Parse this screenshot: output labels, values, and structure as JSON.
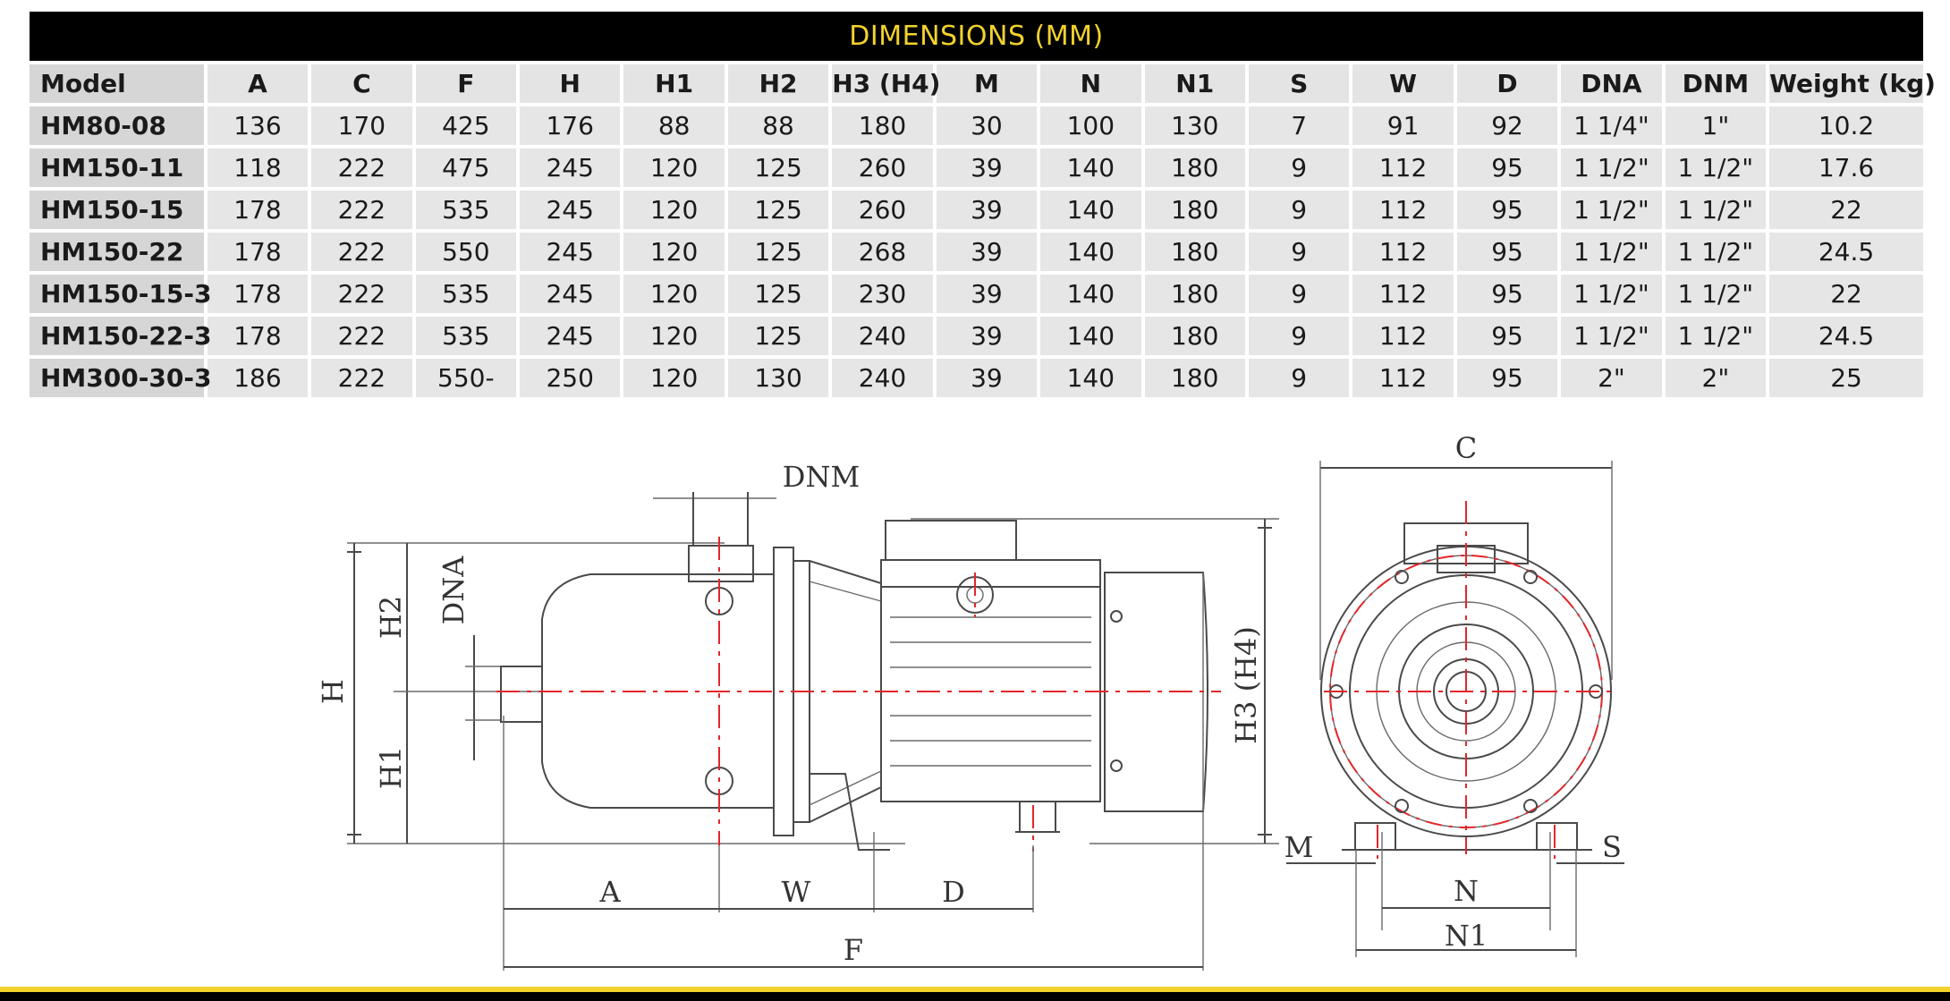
{
  "table": {
    "title": "DIMENSIONS (MM)",
    "headers": [
      "Model",
      "A",
      "C",
      "F",
      "H",
      "H1",
      "H2",
      "H3 (H4)",
      "M",
      "N",
      "N1",
      "S",
      "W",
      "D",
      "DNA",
      "DNM",
      "Weight (kg)"
    ],
    "rows": [
      [
        "HM80-08",
        "136",
        "170",
        "425",
        "176",
        "88",
        "88",
        "180",
        "30",
        "100",
        "130",
        "7",
        "91",
        "92",
        "1 1/4\"",
        "1\"",
        "10.2"
      ],
      [
        "HM150-11",
        "118",
        "222",
        "475",
        "245",
        "120",
        "125",
        "260",
        "39",
        "140",
        "180",
        "9",
        "112",
        "95",
        "1 1/2\"",
        "1 1/2\"",
        "17.6"
      ],
      [
        "HM150-15",
        "178",
        "222",
        "535",
        "245",
        "120",
        "125",
        "260",
        "39",
        "140",
        "180",
        "9",
        "112",
        "95",
        "1 1/2\"",
        "1 1/2\"",
        "22"
      ],
      [
        "HM150-22",
        "178",
        "222",
        "550",
        "245",
        "120",
        "125",
        "268",
        "39",
        "140",
        "180",
        "9",
        "112",
        "95",
        "1 1/2\"",
        "1 1/2\"",
        "24.5"
      ],
      [
        "HM150-15-3",
        "178",
        "222",
        "535",
        "245",
        "120",
        "125",
        "230",
        "39",
        "140",
        "180",
        "9",
        "112",
        "95",
        "1 1/2\"",
        "1 1/2\"",
        "22"
      ],
      [
        "HM150-22-3",
        "178",
        "222",
        "535",
        "245",
        "120",
        "125",
        "240",
        "39",
        "140",
        "180",
        "9",
        "112",
        "95",
        "1 1/2\"",
        "1 1/2\"",
        "24.5"
      ],
      [
        "HM300-30-3",
        "186",
        "222",
        "550-",
        "250",
        "120",
        "130",
        "240",
        "39",
        "140",
        "180",
        "9",
        "112",
        "95",
        "2\"",
        "2\"",
        "25"
      ]
    ]
  },
  "drawing": {
    "labels": {
      "dnm": "DNM",
      "dna": "DNA",
      "h": "H",
      "h1": "H1",
      "h2": "H2",
      "h3": "H3 (H4)",
      "a": "A",
      "w": "W",
      "d": "D",
      "f": "F",
      "c": "C",
      "m": "M",
      "s": "S",
      "n": "N",
      "n1": "N1"
    }
  },
  "colors": {
    "title_bg": "#000000",
    "title_text": "#F3D22C",
    "accent_bar": "#F3D22C",
    "centerline": "#E3262A"
  }
}
